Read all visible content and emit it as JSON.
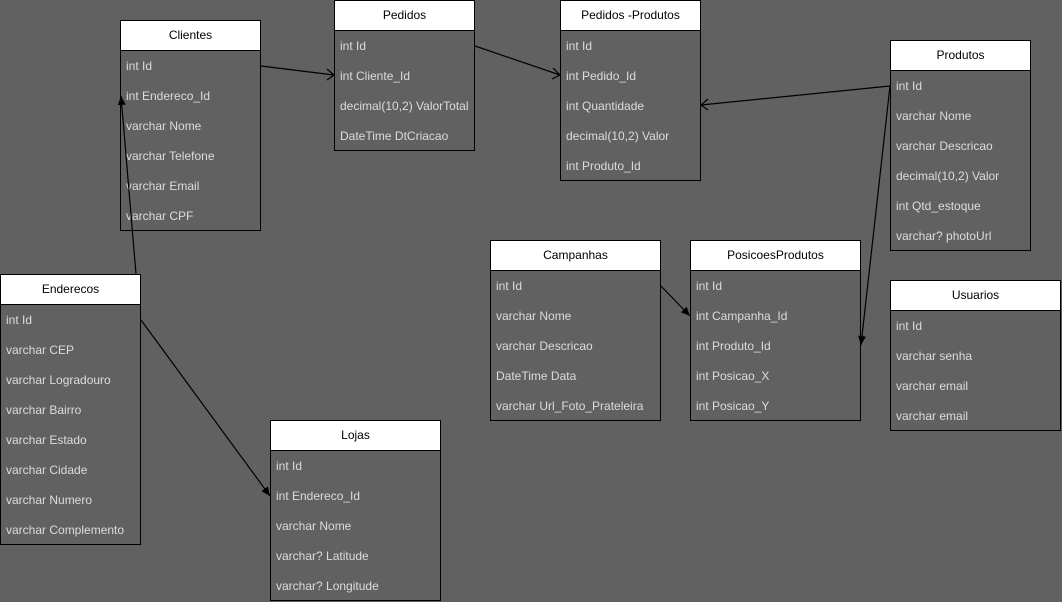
{
  "entities": {
    "clientes": {
      "title": "Clientes",
      "fields": [
        "int Id",
        "int Endereco_Id",
        "varchar Nome",
        "varchar Telefone",
        "varchar Email",
        "varchar CPF"
      ]
    },
    "pedidos": {
      "title": "Pedidos",
      "fields": [
        "int Id",
        "int Cliente_Id",
        "decimal(10,2) ValorTotal",
        "DateTime DtCriacao"
      ]
    },
    "pedidos_produtos": {
      "title": "Pedidos -Produtos",
      "fields": [
        "int Id",
        "int Pedido_Id",
        "int Quantidade",
        "decimal(10,2) Valor",
        "int Produto_Id"
      ]
    },
    "produtos": {
      "title": "Produtos",
      "fields": [
        "int Id",
        "varchar Nome",
        "varchar Descricao",
        "decimal(10,2) Valor",
        "int Qtd_estoque",
        "varchar? photoUrl"
      ]
    },
    "campanhas": {
      "title": "Campanhas",
      "fields": [
        "int Id",
        "varchar Nome",
        "varchar Descricao",
        "DateTime Data",
        "varchar  Url_Foto_Prateleira"
      ]
    },
    "posicoes_produtos": {
      "title": "PosicoesProdutos",
      "fields": [
        "int Id",
        "int Campanha_Id",
        "int Produto_Id",
        "int Posicao_X",
        "int Posicao_Y"
      ]
    },
    "usuarios": {
      "title": "Usuarios",
      "fields": [
        "int Id",
        "varchar senha",
        "varchar email",
        "varchar email"
      ]
    },
    "enderecos": {
      "title": "Enderecos",
      "fields": [
        "int Id",
        "varchar CEP",
        "varchar Logradouro",
        "varchar Bairro",
        "varchar Estado",
        "varchar Cidade",
        "varchar Numero",
        "varchar Complemento"
      ]
    },
    "lojas": {
      "title": "Lojas",
      "fields": [
        "int Id",
        "int Endereco_Id",
        "varchar Nome",
        "varchar? Latitude",
        "varchar? Longitude"
      ]
    }
  },
  "colors": {
    "background": "#616161",
    "header": "#ffffff",
    "field_text": "#dcdcdc",
    "line": "#000000"
  }
}
